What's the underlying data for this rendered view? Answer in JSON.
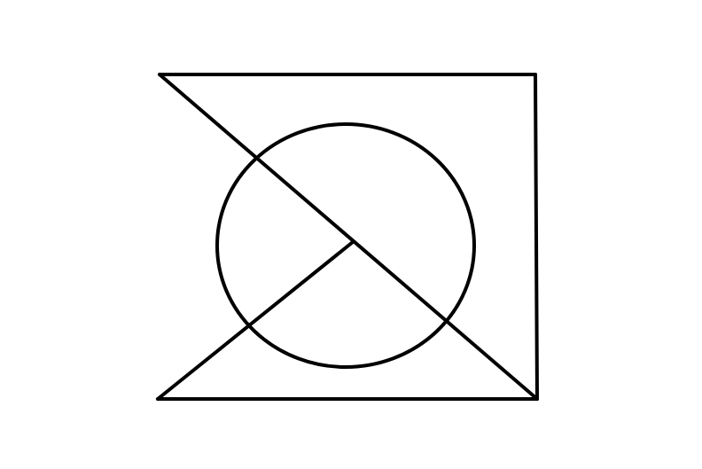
{
  "diagram": {
    "background_color": "#ffffff",
    "stroke_color": "#000000",
    "shapes": [
      "top-edge-line",
      "right-edge-line",
      "bottom-edge-line",
      "diagonal-line",
      "lower-left-slant-line",
      "circle"
    ]
  }
}
